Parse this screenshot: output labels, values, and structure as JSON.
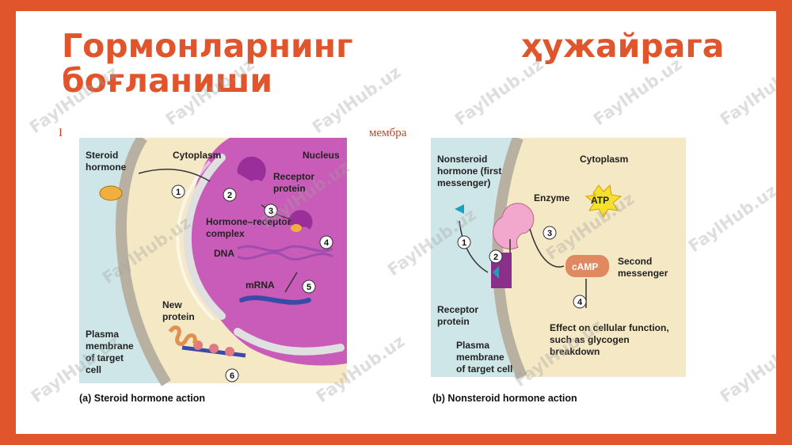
{
  "slide": {
    "title_words": [
      "Гормонларнинг",
      "ҳужайрага",
      "боғланиши"
    ],
    "note_left": "I",
    "note_right": "мембра",
    "watermark": "FaylHub.uz"
  },
  "panel_a": {
    "labels": {
      "steroid_hormone_1": "Steroid",
      "steroid_hormone_2": "hormone",
      "cytoplasm": "Cytoplasm",
      "nucleus": "Nucleus",
      "receptor_protein_1": "Receptor",
      "receptor_protein_2": "protein",
      "complex_1": "Hormone–receptor",
      "complex_2": "complex",
      "dna": "DNA",
      "mrna": "mRNA",
      "new_protein_1": "New",
      "new_protein_2": "protein",
      "plasma_1": "Plasma",
      "plasma_2": "membrane",
      "plasma_3": "of target",
      "plasma_4": "cell"
    },
    "steps": [
      "1",
      "2",
      "3",
      "4",
      "5",
      "6"
    ],
    "caption": "(a) Steroid hormone action"
  },
  "panel_b": {
    "labels": {
      "nonsteroid_1": "Nonsteroid",
      "nonsteroid_2": "hormone (first",
      "nonsteroid_3": "messenger)",
      "cytoplasm": "Cytoplasm",
      "enzyme": "Enzyme",
      "atp": "ATP",
      "camp": "cAMP",
      "second_1": "Second",
      "second_2": "messenger",
      "receptor_1": "Receptor",
      "receptor_2": "protein",
      "effect_1": "Effect on cellular function,",
      "effect_2": "such as glycogen",
      "effect_3": "breakdown",
      "plasma_1": "Plasma",
      "plasma_2": "membrane",
      "plasma_3": "of target cell"
    },
    "steps": [
      "1",
      "2",
      "3",
      "4"
    ],
    "caption": "(b) Nonsteroid hormone action"
  }
}
